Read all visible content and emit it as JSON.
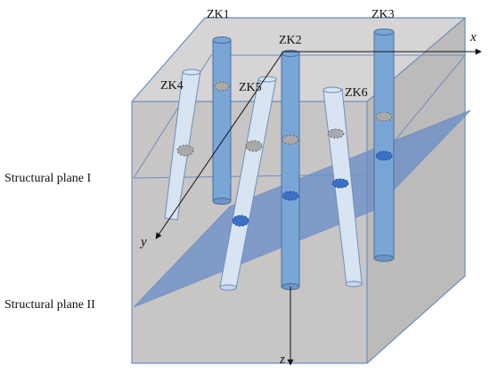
{
  "colors": {
    "block_face": "#c8c5c5",
    "block_face_side": "#bdbaba",
    "block_top": "#d6d4d5",
    "block_edge": "#6b8fbf",
    "plane_fill": "#6a8cc9",
    "borehole_blue": "#7aa6d6",
    "borehole_light": "#d8e4f1",
    "intersect_grey": "#a9a9a9",
    "intersect_blue": "#3b70c4"
  },
  "boreholes": {
    "zk1": "ZK1",
    "zk2": "ZK2",
    "zk3": "ZK3",
    "zk4": "ZK4",
    "zk5": "ZK5",
    "zk6": "ZK6"
  },
  "planes": {
    "plane_1": "Structural plane I",
    "plane_2": "Structural plane II"
  },
  "axes": {
    "x": "x",
    "y": "y",
    "z": "z"
  }
}
